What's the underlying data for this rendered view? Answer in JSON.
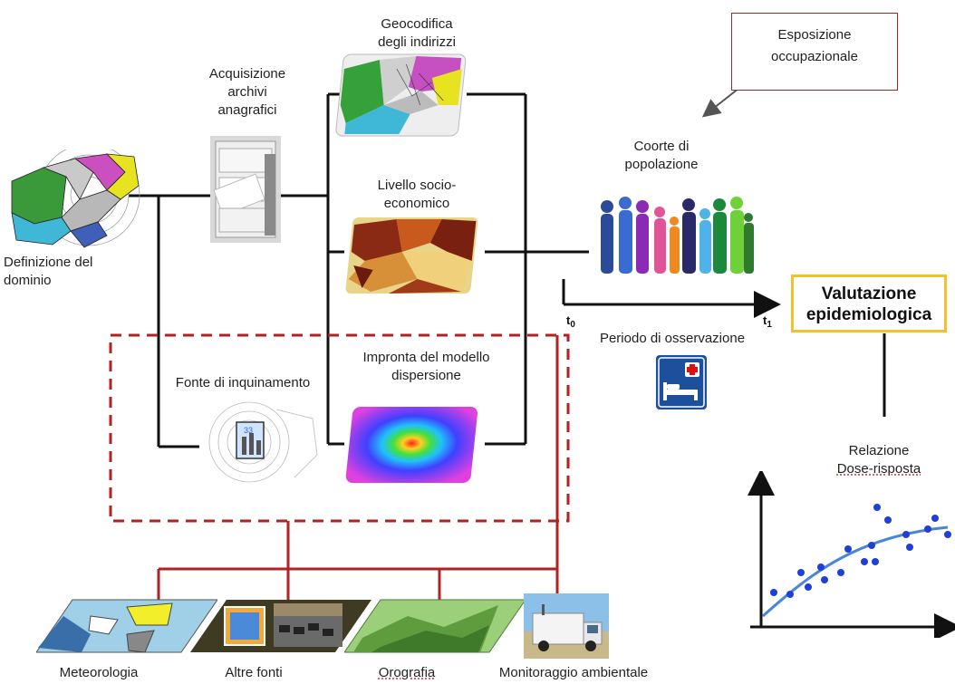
{
  "labels": {
    "definizione": [
      "Definizione del",
      "dominio"
    ],
    "acquisizione": [
      "Acquisizione",
      "archivi",
      "anagrafici"
    ],
    "geocodifica": [
      "Geocodifica",
      "degli indirizzi"
    ],
    "livello": [
      "Livello socio-",
      "economico"
    ],
    "fonte": "Fonte di inquinamento",
    "impronta": [
      "Impronta del modello",
      "dispersione"
    ],
    "coorte": [
      "Coorte di",
      "popolazione"
    ],
    "esposizione": [
      "Esposizione",
      "occupazionale"
    ],
    "valutazione": [
      "Valutazione",
      "epidemiologica"
    ],
    "periodo": "Periodo di osservazione",
    "t0": "t",
    "t0_sub": "0",
    "t1": "t",
    "t1_sub": "1",
    "relazione": [
      "Relazione",
      "Dose-risposta"
    ],
    "meteorologia": "Meteorologia",
    "altre_fonti": "Altre fonti",
    "orografia": "Orografia",
    "monitoraggio": "Monitoraggio ambientale"
  },
  "colors": {
    "connector": "#111111",
    "dashed_box": "#b22222",
    "valutazione_border": "#f2c12e",
    "scatter_points": "#1f3fd6",
    "fit_curve": "#4a86d8"
  },
  "icons": {
    "hospital": "hospital-bed-sign-icon",
    "cohort": "people-silhouettes-icon"
  }
}
